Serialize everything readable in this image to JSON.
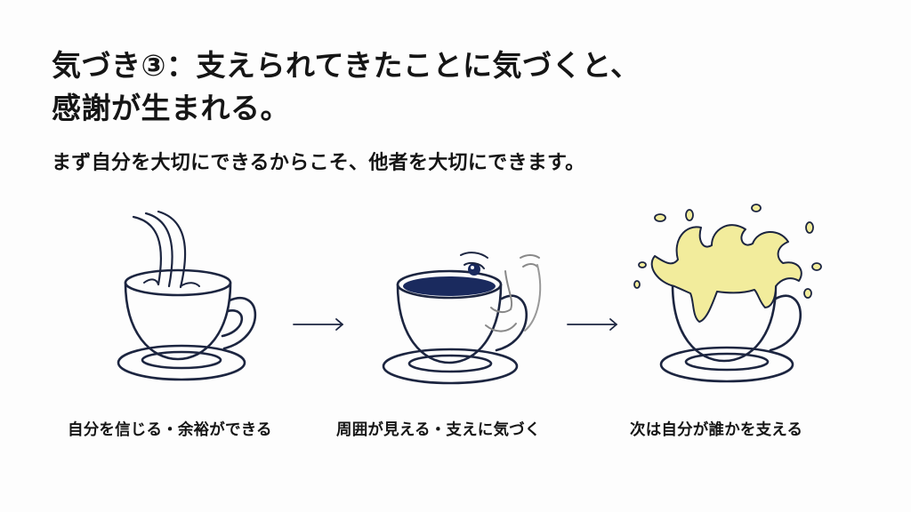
{
  "slide": {
    "title_line1": "気づき③：支えられてきたことに気づくと、",
    "title_line2": "感謝が生まれる。",
    "subtitle": "まず自分を大切にできるからこそ、他者を大切にできます。"
  },
  "steps": [
    {
      "caption": "自分を信じる・余裕ができる",
      "icon": "cup-being-filled-icon"
    },
    {
      "caption": "周囲が見える・支えに気づく",
      "icon": "cup-with-face-icon"
    },
    {
      "caption": "次は自分が誰かを支える",
      "icon": "overflowing-cup-icon"
    }
  ],
  "colors": {
    "ink": "#1c2540",
    "coffee": "#1a2a5e",
    "overflow": "#f2ec9c",
    "text": "#151515"
  }
}
